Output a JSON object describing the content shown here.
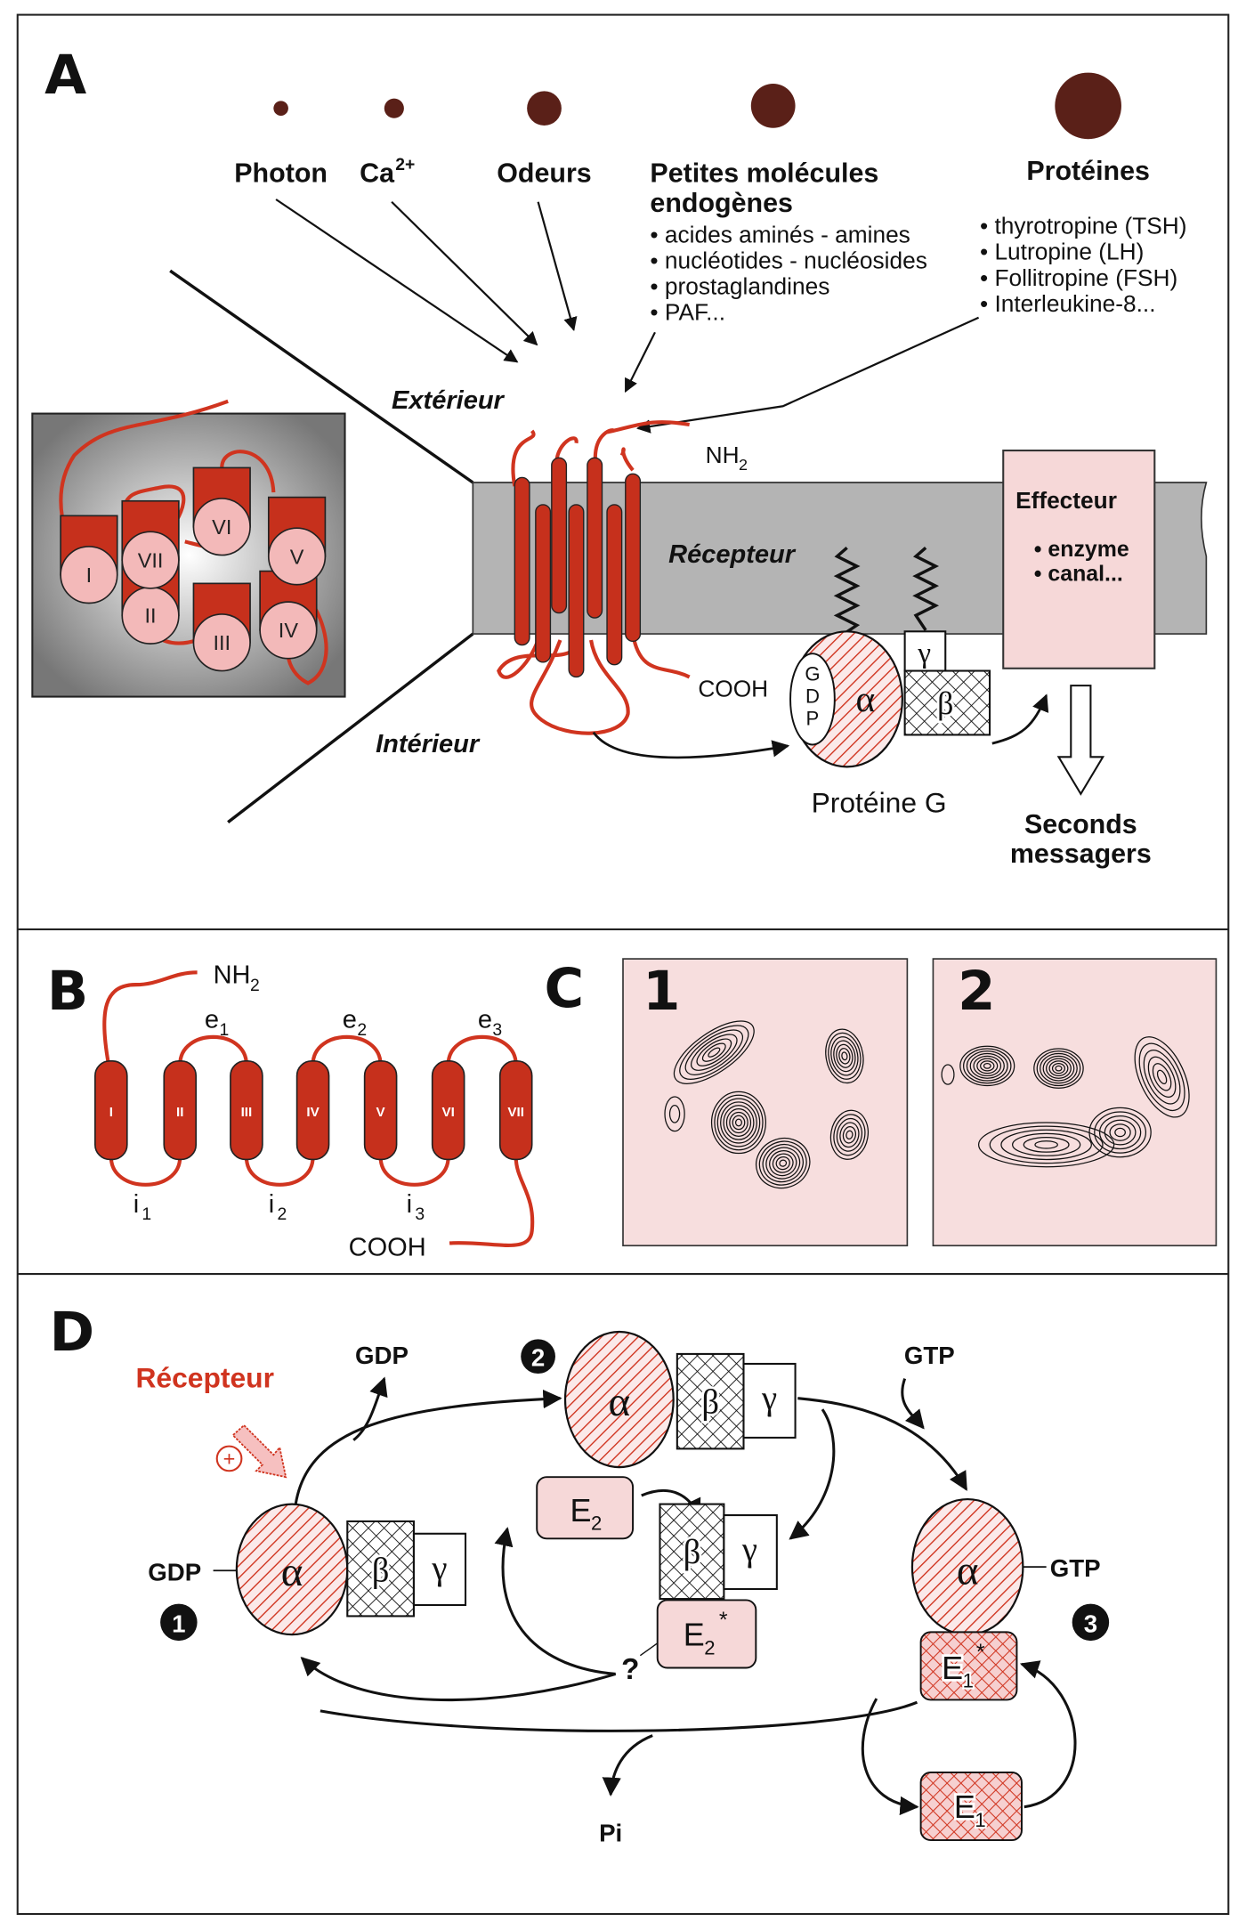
{
  "colors": {
    "red": "#d0341f",
    "pink": "#f6d8d8",
    "membrane": "#b4b4b4",
    "ligand": "#5a2018"
  },
  "panelA": {
    "label": "A",
    "ligands": {
      "photon": "Photon",
      "calcium": "Ca",
      "calcium_sup": "2+",
      "odors": "Odeurs",
      "small_title1": "Petites molécules",
      "small_title2": "endogènes",
      "small_items": [
        "• acides aminés - amines",
        "• nucléotides - nucléosides",
        "•  prostaglandines",
        "•  PAF..."
      ],
      "proteins_title": "Protéines",
      "protein_items": [
        "• thyrotropine (TSH)",
        "• Lutropine (LH)",
        "• Follitropine (FSH)",
        "• Interleukine-8..."
      ]
    },
    "exterior": "Extérieur",
    "interior": "Intérieur",
    "receptor": "Récepteur",
    "nh2": "NH",
    "nh2_sub": "2",
    "cooh": "COOH",
    "helix_numerals": [
      "I",
      "II",
      "III",
      "IV",
      "V",
      "VI",
      "VII"
    ],
    "effector": {
      "title": "Effecteur",
      "items": [
        "• enzyme",
        "• canal..."
      ]
    },
    "gprotein": {
      "gdp": [
        "G",
        "D",
        "P"
      ],
      "alpha": "α",
      "beta": "β",
      "gamma": "γ",
      "label": "Protéine G"
    },
    "second_messengers": [
      "Seconds",
      "messagers"
    ]
  },
  "panelB": {
    "label": "B",
    "nh2": "NH",
    "nh2_sub": "2",
    "cooh": "COOH",
    "helices": [
      "I",
      "II",
      "III",
      "IV",
      "V",
      "VI",
      "VII"
    ],
    "extra_loops": [
      "e",
      "e",
      "e"
    ],
    "extra_subs": [
      "1",
      "2",
      "3"
    ],
    "intra_loops": [
      "i",
      "i",
      "i"
    ],
    "intra_subs": [
      "1",
      "2",
      "3"
    ]
  },
  "panelC": {
    "label": "C",
    "maps": [
      "1",
      "2"
    ]
  },
  "panelD": {
    "label": "D",
    "receptor": "Récepteur",
    "plus": "+",
    "gdp": "GDP",
    "gtp": "GTP",
    "pi": "Pi",
    "question": "?",
    "steps": [
      "1",
      "2",
      "3"
    ],
    "alpha": "α",
    "beta": "β",
    "gamma": "γ",
    "e2": "E",
    "e2_sub": "2",
    "e2star": "E",
    "e2star_sub": "2",
    "e1star": "E",
    "e1star_sub": "1",
    "e1": "E",
    "e1_sub": "1",
    "star": "*"
  }
}
